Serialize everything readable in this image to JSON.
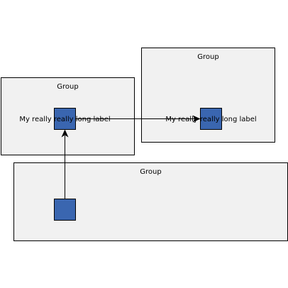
{
  "diagram": {
    "groups": [
      {
        "label": "Group"
      },
      {
        "label": "Group"
      },
      {
        "label": "Group"
      }
    ],
    "nodes": [
      {
        "label": "My really really long label"
      },
      {
        "label": "My really really long label"
      },
      {
        "label": ""
      }
    ],
    "edges": [
      {
        "from": 0,
        "to": 1
      },
      {
        "from": 2,
        "to": 0
      }
    ],
    "colors": {
      "group_fill": "#f1f1f1",
      "node_fill": "#3a66b0",
      "stroke": "#000000"
    }
  }
}
